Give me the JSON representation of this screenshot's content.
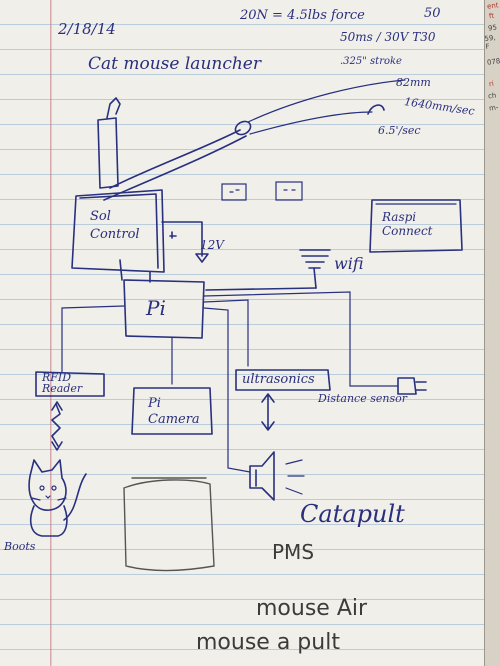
{
  "date": "2/18/14",
  "title": "Cat mouse launcher",
  "specs": {
    "force": "20N = 4.5lbs force",
    "dollar_price": "50",
    "solenoid_rating": "50ms / 30V T30",
    "stroke": ".325\" stroke",
    "distance": "82mm",
    "speed_mm": "1640mm/sec",
    "speed_fps": "6.5'/sec"
  },
  "nodes": {
    "sol_control": "Sol Control",
    "voltage": "12V",
    "raspi_connect": "Raspi Connect",
    "wifi": "wifi",
    "pi": "Pi",
    "rfid_reader": "RFID Reader",
    "pi_camera": "Pi Camera",
    "ultrasonics": "ultrasonics",
    "distance_sensor": "Distance sensor",
    "cat_name": "Boots"
  },
  "notes": {
    "catapult": "Catapult",
    "pms": "PMS",
    "mouse_air": "mouse Air",
    "mouseapult": "mouse a pult"
  },
  "edge_scraps": [
    "ent",
    "ft",
    "95",
    "59, F",
    "078",
    "ri",
    "ch",
    "m-"
  ],
  "colors": {
    "ink": "#283080",
    "pencil": "#3a3a3a",
    "paper": "#f1efe9",
    "margin_line": "#be6e78",
    "rule_line": "#78a0c8"
  }
}
